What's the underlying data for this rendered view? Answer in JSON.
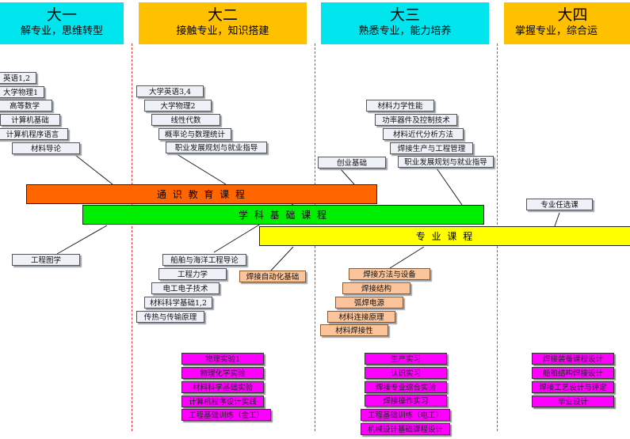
{
  "years": [
    {
      "title": "大一",
      "subtitle": "解专业，思维转型",
      "color": "#00e5ee"
    },
    {
      "title": "大二",
      "subtitle": "接触专业，知识搭建",
      "color": "#ffc000"
    },
    {
      "title": "大三",
      "subtitle": "熟悉专业，能力培养",
      "color": "#00e5ee"
    },
    {
      "title": "大四",
      "subtitle": "掌握专业，综合运",
      "color": "#ffc000"
    }
  ],
  "bars": {
    "general": "通 识 教 育 课 程",
    "basic": "学 科 基 础 课 程",
    "major": "专 业 课 程"
  },
  "bar_colors": {
    "general": "#ff6600",
    "basic": "#00ee00",
    "major": "#ffff00"
  },
  "y1_top": [
    "英语1,2",
    "大学物理1",
    "高等数学",
    "计算机基础",
    "计算机程序语言",
    "材料导论"
  ],
  "y1_bottom": [
    "工程图学"
  ],
  "y2_top": [
    "大学英语3,4",
    "大学物理2",
    "线性代数",
    "概率论与数理统计",
    "职业发展规划与就业指导"
  ],
  "y2_bottom": [
    "船舶与海洋工程导论",
    "工程力学",
    "电工电子技术",
    "材料科学基础1,2",
    "传热与传输原理"
  ],
  "y2_orange": "焊接自动化基础",
  "y3_top": [
    "材料力学性能",
    "功率器件及控制技术",
    "材料近代分析方法",
    "焊接生产与工程管理",
    "职业发展规划与就业指导"
  ],
  "y3_left": "创业基础",
  "y3_bottom": [
    "焊接方法与设备",
    "焊接结构",
    "弧焊电源",
    "材料连接原理",
    "材料焊接性"
  ],
  "y4_elective": "专业任选课",
  "practice_y12": [
    "物理实验1",
    "物理化学实验",
    "材料科学基础实验",
    "计算机程序设计实践",
    "工程基础训练（金工）"
  ],
  "practice_y3": [
    "生产实习",
    "认识实习",
    "焊接专业综合实验",
    "焊接操作实习",
    "工程基础训练（电工）",
    "机械设计基础课程设计"
  ],
  "practice_y4": [
    "焊接装备课程设计",
    "船舶结构焊接设计",
    "焊接工艺设计与评定",
    "毕业设计"
  ]
}
